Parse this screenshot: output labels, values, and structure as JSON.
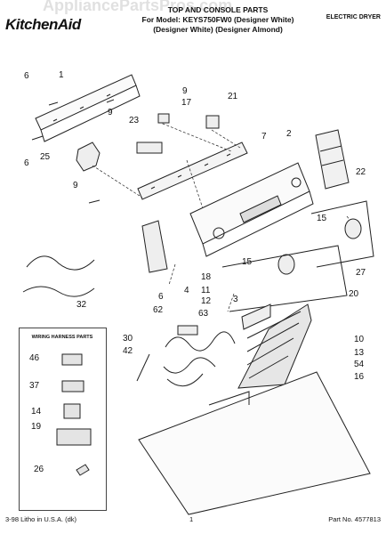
{
  "header": {
    "brand": "KitchenAid",
    "title_line1": "TOP AND CONSOLE PARTS",
    "title_line2": "For Model: KEYS750FW0 (Designer White)",
    "title_line3": "(Designer White) (Designer Almond)",
    "product_type": "ELECTRIC DRYER",
    "watermark": "AppliancePartsPros.com"
  },
  "callouts": [
    {
      "id": "c1",
      "label": "1"
    },
    {
      "id": "c2",
      "label": "2"
    },
    {
      "id": "c3",
      "label": "3"
    },
    {
      "id": "c4",
      "label": "4"
    },
    {
      "id": "c6a",
      "label": "6"
    },
    {
      "id": "c6b",
      "label": "6"
    },
    {
      "id": "c6c",
      "label": "6"
    },
    {
      "id": "c7",
      "label": "7"
    },
    {
      "id": "c9a",
      "label": "9"
    },
    {
      "id": "c9b",
      "label": "9"
    },
    {
      "id": "c9c",
      "label": "9"
    },
    {
      "id": "c10",
      "label": "10"
    },
    {
      "id": "c11",
      "label": "11"
    },
    {
      "id": "c12",
      "label": "12"
    },
    {
      "id": "c13",
      "label": "13"
    },
    {
      "id": "c15a",
      "label": "15"
    },
    {
      "id": "c15b",
      "label": "15"
    },
    {
      "id": "c16",
      "label": "16"
    },
    {
      "id": "c17",
      "label": "17"
    },
    {
      "id": "c18",
      "label": "18"
    },
    {
      "id": "c20",
      "label": "20"
    },
    {
      "id": "c21",
      "label": "21"
    },
    {
      "id": "c22",
      "label": "22"
    },
    {
      "id": "c23",
      "label": "23"
    },
    {
      "id": "c25",
      "label": "25"
    },
    {
      "id": "c27",
      "label": "27"
    },
    {
      "id": "c30",
      "label": "30"
    },
    {
      "id": "c32",
      "label": "32"
    },
    {
      "id": "c42",
      "label": "42"
    },
    {
      "id": "c54",
      "label": "54"
    },
    {
      "id": "c62",
      "label": "62"
    },
    {
      "id": "c63",
      "label": "63"
    }
  ],
  "wiring_harness": {
    "title": "WIRING HARNESS PARTS",
    "items": [
      "46",
      "37",
      "14",
      "19",
      "26"
    ]
  },
  "footer": {
    "left": "3-98 Litho in U.S.A. (dk)",
    "center": "1",
    "right": "Part No. 4577813"
  }
}
